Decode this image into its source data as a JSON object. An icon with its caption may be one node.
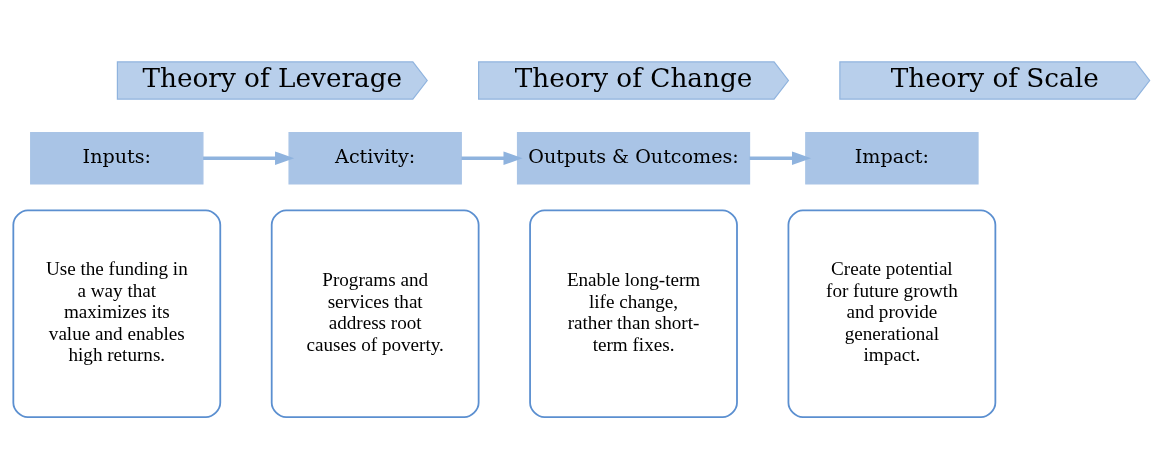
{
  "diagram": {
    "nodes": [
      {
        "text": [
          "Theory of Leverage"
        ]
      },
      {
        "text": [
          "Theory of Change"
        ]
      },
      {
        "text": [
          "Theory of Scale"
        ]
      },
      {
        "text": [
          "Inputs:"
        ]
      },
      {
        "text": [
          "Use the funding in a way that maximizes its value and enables high returns."
        ]
      },
      {
        "text": [
          "Activity:"
        ]
      },
      {
        "text": [
          "Programs and services that address root causes of poverty."
        ]
      },
      {
        "text": [
          "Outputs & Outcomes:"
        ]
      },
      {
        "text": [
          "Enable long-term life change, rather than short-term fixes."
        ]
      },
      {
        "text": [
          "Impact:"
        ]
      },
      {
        "text": [
          "Create potential for future growth and provide generational impact."
        ]
      }
    ],
    "edges": [
      {
        "from": 3,
        "to": 5,
        "arrow": "to"
      },
      {
        "from": 5,
        "to": 7,
        "arrow": "to"
      },
      {
        "from": 7,
        "to": 9,
        "arrow": "to"
      }
    ]
  }
}
